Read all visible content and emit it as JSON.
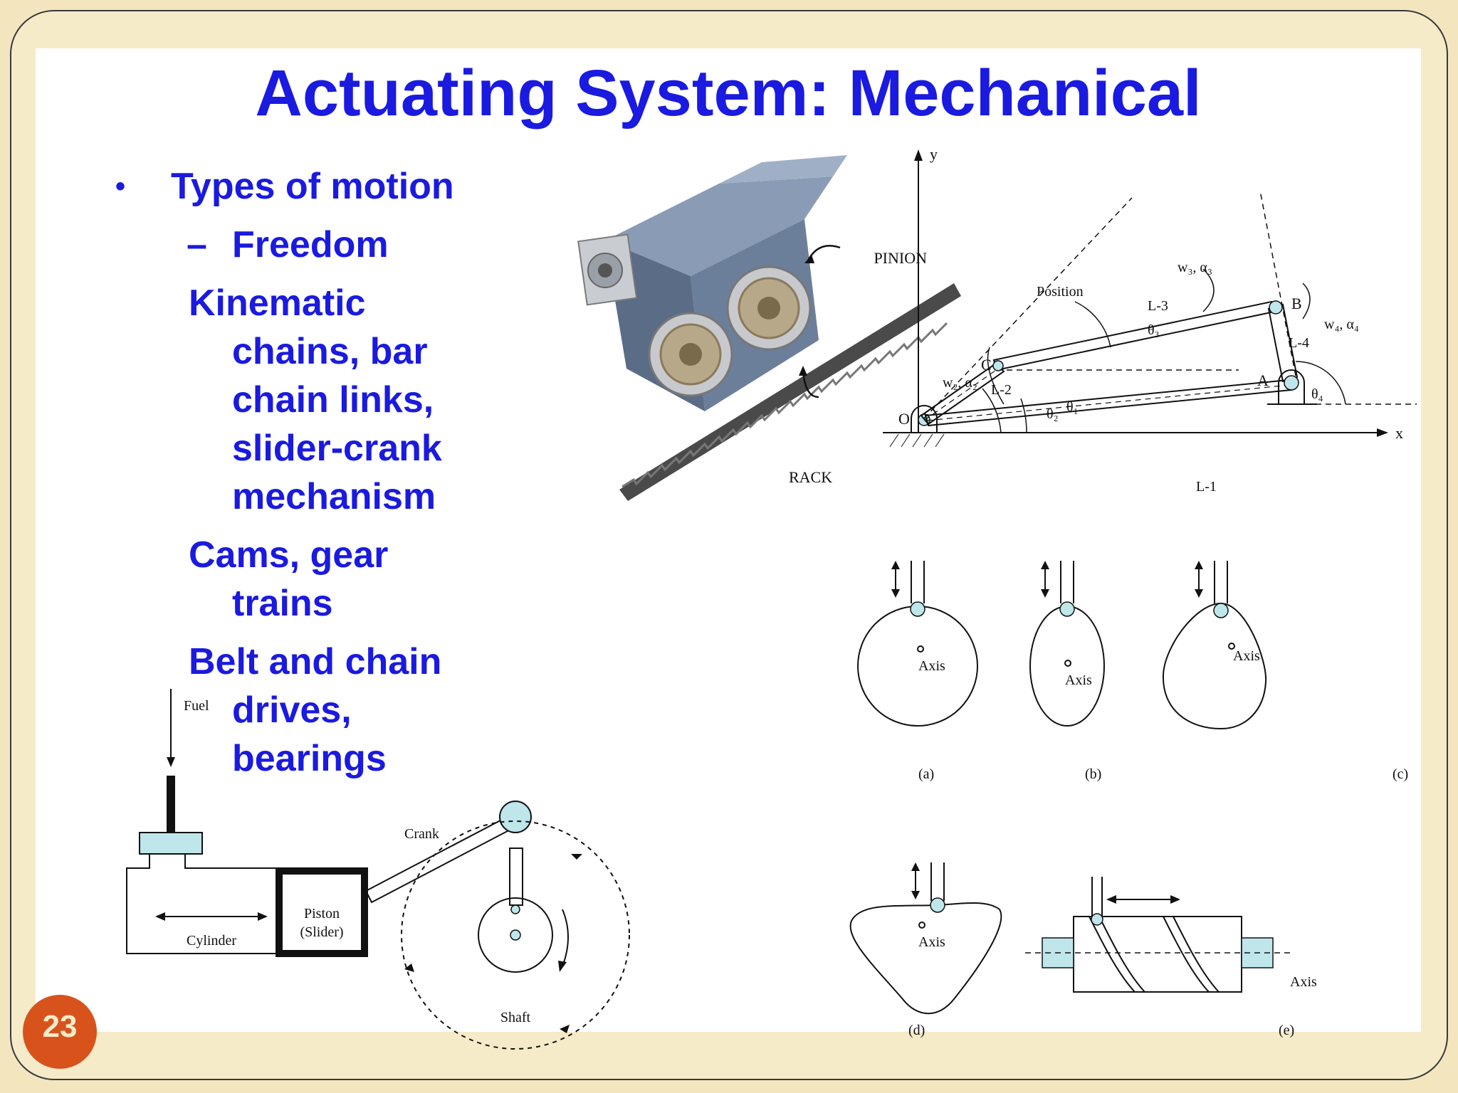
{
  "slide": {
    "title": "Actuating System: Mechanical",
    "page_number": "23"
  },
  "bullets": {
    "marker": "•",
    "item1": "Types of motion",
    "dash": "–",
    "item2": "Freedom",
    "item3_lines": [
      "Kinematic",
      "chains, bar",
      "chain links,",
      "slider-crank",
      "mechanism"
    ],
    "item4_lines": [
      "Cams, gear",
      "trains"
    ],
    "item5_lines": [
      "Belt and chain",
      "drives,",
      "bearings"
    ]
  },
  "rack_pinion": {
    "pinion_label": "PINION",
    "rack_label": "RACK"
  },
  "linkage": {
    "axis_y": "y",
    "axis_x": "x",
    "position": "Position",
    "links": [
      "L-1",
      "L-2",
      "L-3",
      "L-4"
    ],
    "points": [
      "O",
      "A",
      "B",
      "C"
    ],
    "omega_alpha": [
      "w₂, α₂",
      "w₃, α₃",
      "w₄, α₄"
    ],
    "angles": [
      "θ₁",
      "θ₂",
      "θ₃",
      "θ₄"
    ]
  },
  "cams": {
    "axis_label": "Axis",
    "captions": [
      "(a)",
      "(b)",
      "(c)",
      "(d)",
      "(e)"
    ]
  },
  "slider_crank": {
    "fuel": "Fuel",
    "crank": "Crank",
    "piston": "Piston",
    "slider": "(Slider)",
    "cylinder": "Cylinder",
    "shaft": "Shaft"
  },
  "colors": {
    "title_blue": "#1a1ae0",
    "background": "#f3e6bf",
    "badge": "#d8531c",
    "part_cyan": "#bfe6ea",
    "gearbox": "#6b7f9a"
  }
}
